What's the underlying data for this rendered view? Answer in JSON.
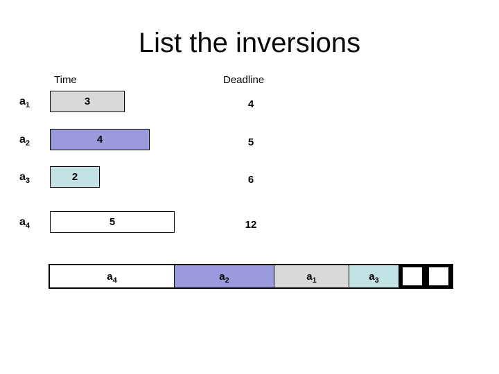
{
  "title": "List the inversions",
  "columns": {
    "time": "Time",
    "deadline": "Deadline"
  },
  "colors": {
    "task_a1": "#d9d9d9",
    "task_a2": "#9a9adc",
    "task_a3": "#c3e2e4",
    "task_a4": "#ffffff",
    "border": "#000000"
  },
  "tasks": [
    {
      "name": "a",
      "sub": "1",
      "time": "3",
      "deadline": "4",
      "fill": "#d9d9d9"
    },
    {
      "name": "a",
      "sub": "2",
      "time": "4",
      "deadline": "5",
      "fill": "#9a9adc"
    },
    {
      "name": "a",
      "sub": "3",
      "time": "2",
      "deadline": "6",
      "fill": "#c3e2e4"
    },
    {
      "name": "a",
      "sub": "4",
      "time": "5",
      "deadline": "12",
      "fill": "#ffffff"
    }
  ],
  "schedule": {
    "segments": [
      {
        "name": "a",
        "sub": "4",
        "units": 5,
        "fill": "#ffffff"
      },
      {
        "name": "a",
        "sub": "2",
        "units": 4,
        "fill": "#9a9adc"
      },
      {
        "name": "a",
        "sub": "1",
        "units": 3,
        "fill": "#d9d9d9"
      },
      {
        "name": "a",
        "sub": "3",
        "units": 2,
        "fill": "#c3e2e4"
      }
    ],
    "empty_slots": 2
  }
}
